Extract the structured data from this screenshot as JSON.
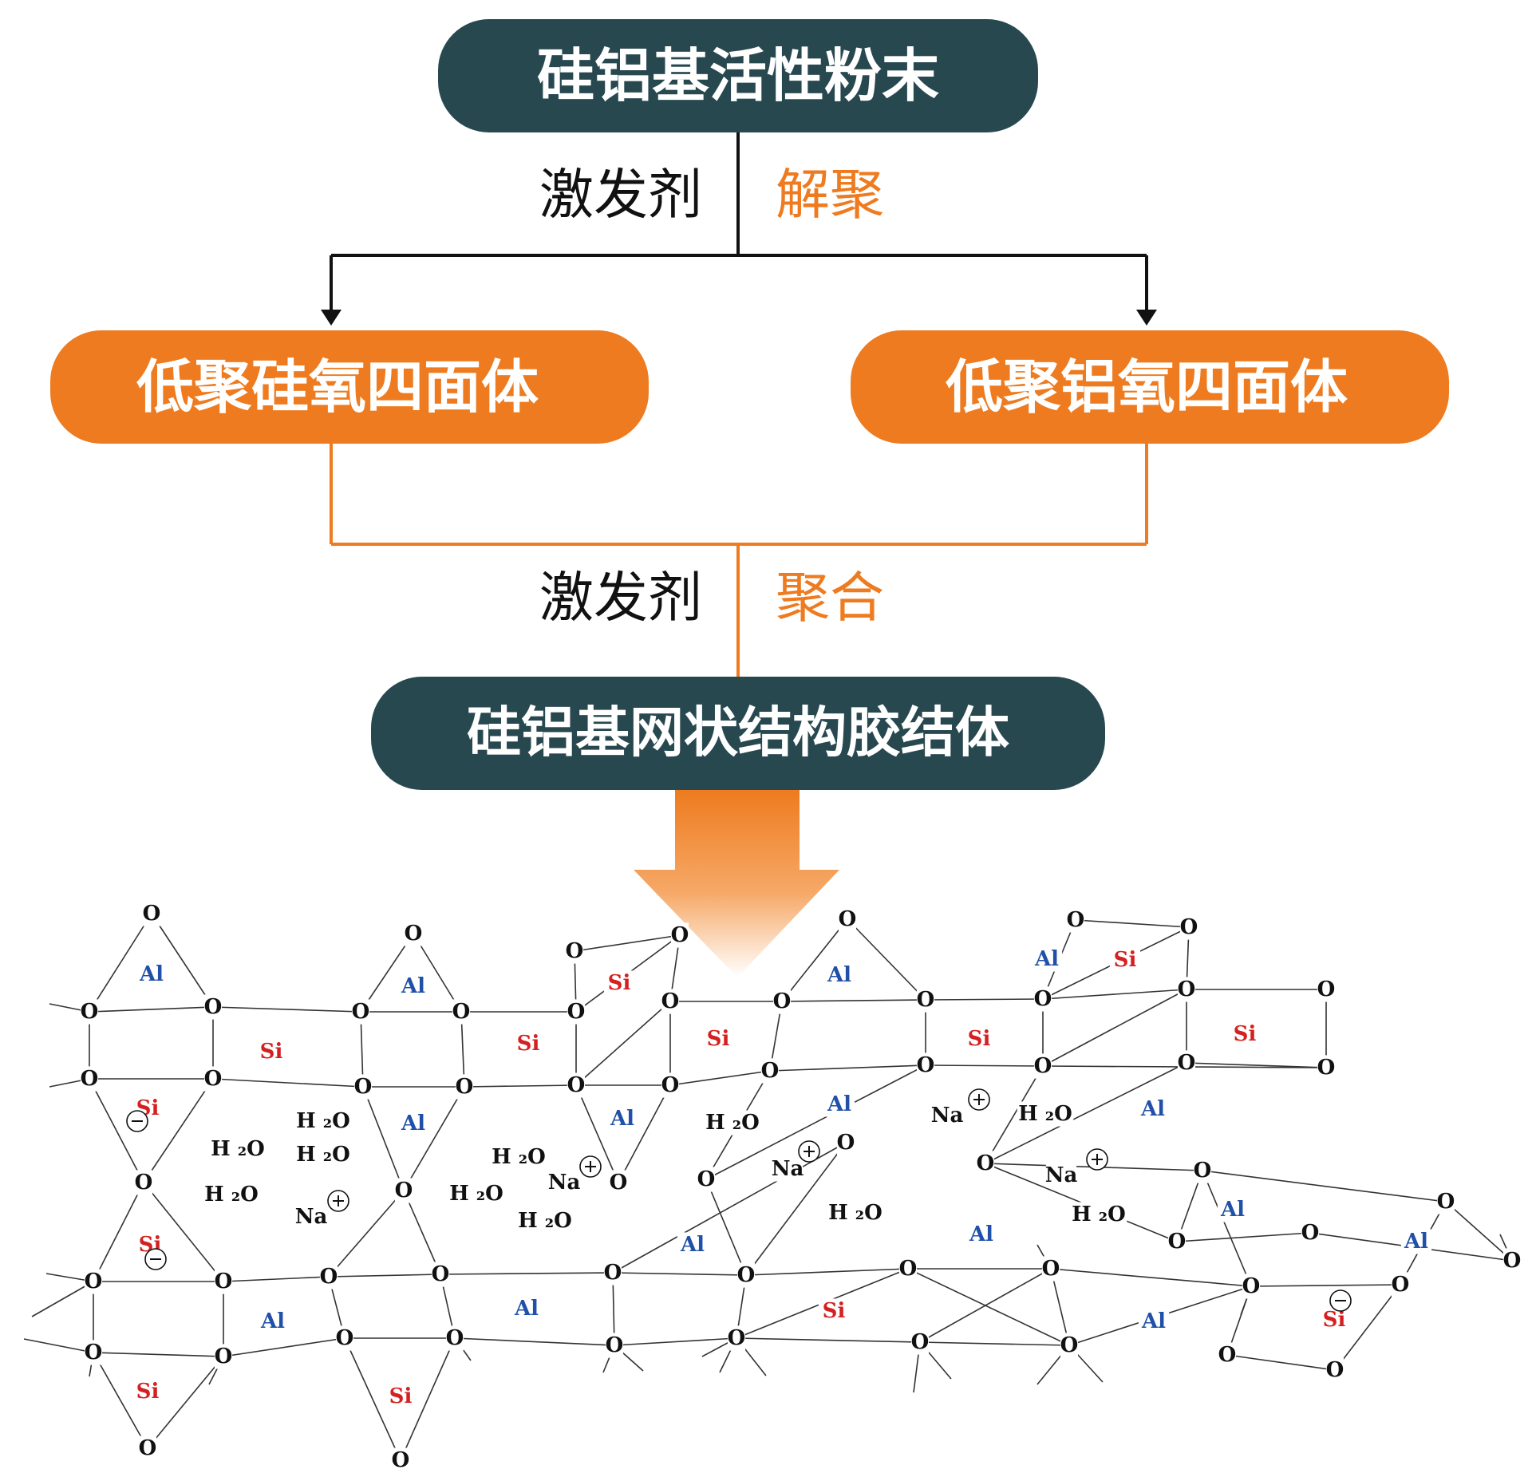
{
  "nodes": {
    "top": {
      "label": "硅铝基活性粉末",
      "color": "#284850"
    },
    "left": {
      "label": "低聚硅氧四面体",
      "color": "#ee7b1f"
    },
    "right": {
      "label": "低聚铝氧四面体",
      "color": "#ee7b1f"
    },
    "bottom": {
      "label": "硅铝基网状结构胶结体",
      "color": "#284850"
    }
  },
  "edges": {
    "step1": {
      "reagent": "激发剂",
      "process": "解聚"
    },
    "step2": {
      "reagent": "激发剂",
      "process": "聚合"
    }
  },
  "structure": {
    "legend_symbols": {
      "silicon": "Si",
      "aluminum": "Al",
      "oxygen": "O",
      "sodium": "Na",
      "water": "H ₂O"
    },
    "colors": {
      "silicon": "#d42020",
      "aluminum": "#2050a8",
      "oxygen": "#111111",
      "bond": "#333333"
    }
  }
}
